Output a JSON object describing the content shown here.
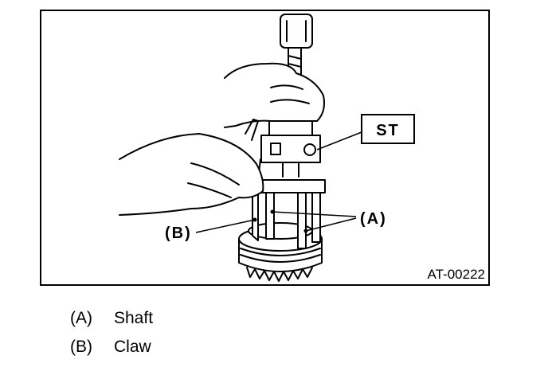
{
  "figure": {
    "callouts": {
      "st": "ST",
      "a": "(A)",
      "b": "(B)"
    },
    "figure_id": "AT-00222"
  },
  "legend": [
    {
      "key": "(A)",
      "label": "Shaft"
    },
    {
      "key": "(B)",
      "label": "Claw"
    }
  ]
}
